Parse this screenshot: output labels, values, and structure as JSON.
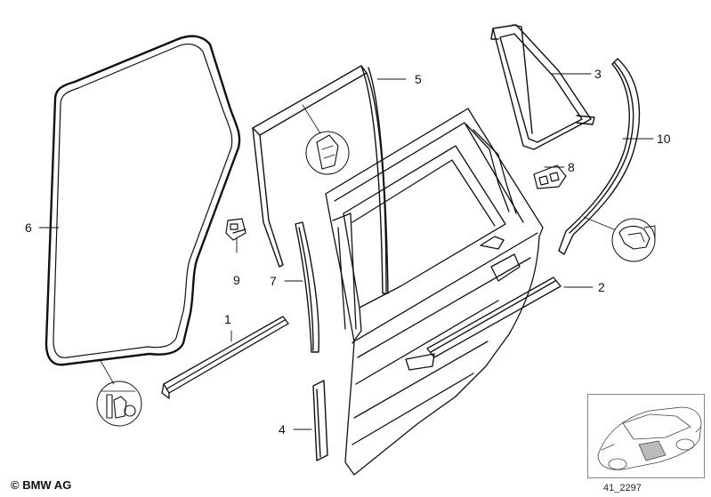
{
  "callouts": {
    "c1": "1",
    "c2": "2",
    "c3": "3",
    "c4": "4",
    "c5": "5",
    "c6": "6",
    "c7": "7",
    "c8": "8",
    "c9": "9",
    "c10": "10"
  },
  "footer": {
    "brand": "© BMW AG",
    "reference": "41_2297"
  }
}
